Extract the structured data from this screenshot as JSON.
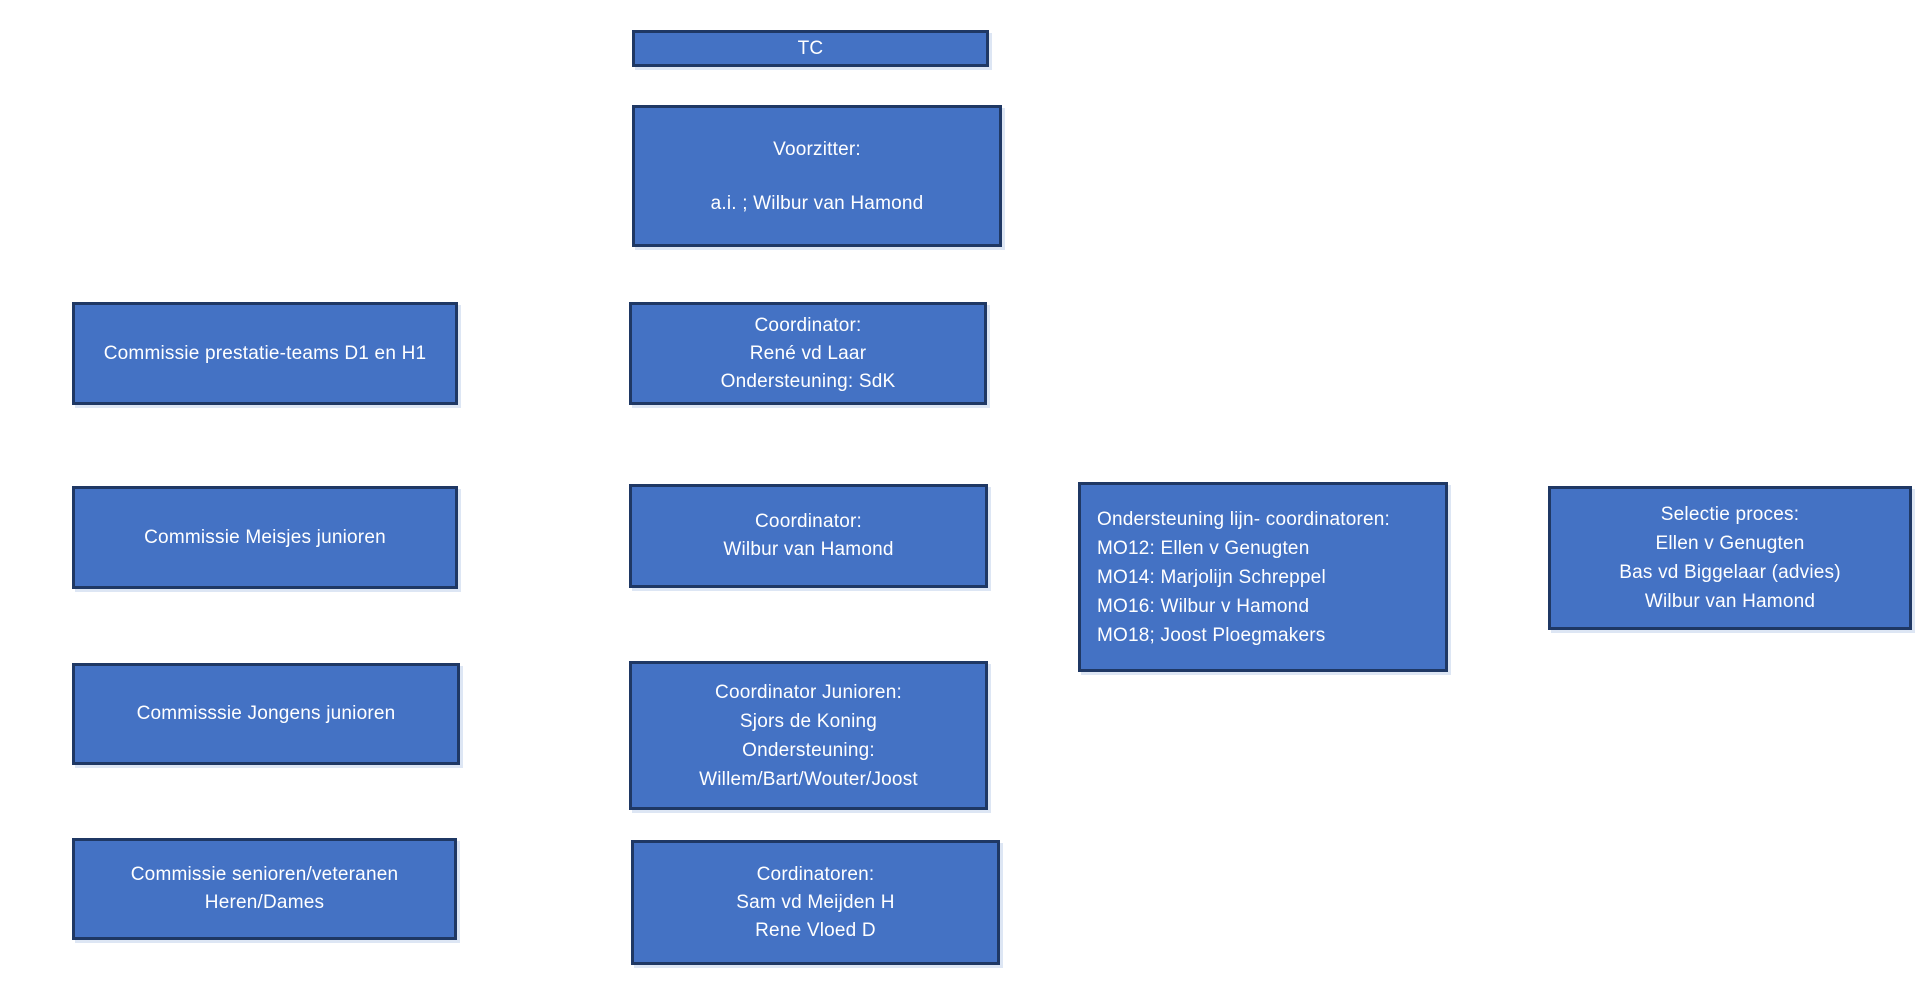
{
  "diagram": {
    "type": "org-chart",
    "title": "TC",
    "colors": {
      "box_fill": "#4472C4",
      "box_border": "#1F3864",
      "box_text": "#FFFFFF",
      "background": "#FFFFFF",
      "shadow": "#B4C7E7"
    }
  },
  "boxes": {
    "tc": {
      "lines": [
        "TC"
      ]
    },
    "voorzitter": {
      "lines": [
        "Voorzitter:",
        "",
        "a.i. ; Wilbur van Hamond"
      ]
    },
    "commissie_prestatie": {
      "lines": [
        "Commissie prestatie-teams D1 en H1"
      ]
    },
    "coordinator_prestatie": {
      "lines": [
        "Coordinator:",
        "René vd Laar",
        "Ondersteuning: SdK"
      ]
    },
    "commissie_meisjes": {
      "lines": [
        "Commissie Meisjes junioren"
      ]
    },
    "coordinator_meisjes": {
      "lines": [
        "Coordinator:",
        "Wilbur van Hamond"
      ]
    },
    "ondersteuning_lijn": {
      "lines": [
        "Ondersteuning lijn- coordinatoren:",
        "MO12: Ellen v Genugten",
        "MO14: Marjolijn Schreppel",
        "MO16: Wilbur v Hamond",
        "MO18; Joost Ploegmakers"
      ]
    },
    "selectie_proces": {
      "lines": [
        "Selectie proces:",
        "Ellen v Genugten",
        "Bas vd Biggelaar (advies)",
        "Wilbur van Hamond"
      ]
    },
    "commissie_jongens": {
      "lines": [
        "Commisssie Jongens junioren"
      ]
    },
    "coordinator_junioren": {
      "lines": [
        "Coordinator Junioren:",
        "Sjors de Koning",
        "Ondersteuning:",
        "Willem/Bart/Wouter/Joost"
      ]
    },
    "commissie_senioren": {
      "lines": [
        "Commissie senioren/veteranen",
        "Heren/Dames"
      ]
    },
    "coordinatoren_senioren": {
      "lines": [
        "Cordinatoren:",
        "Sam vd Meijden H",
        "Rene Vloed D"
      ]
    }
  }
}
